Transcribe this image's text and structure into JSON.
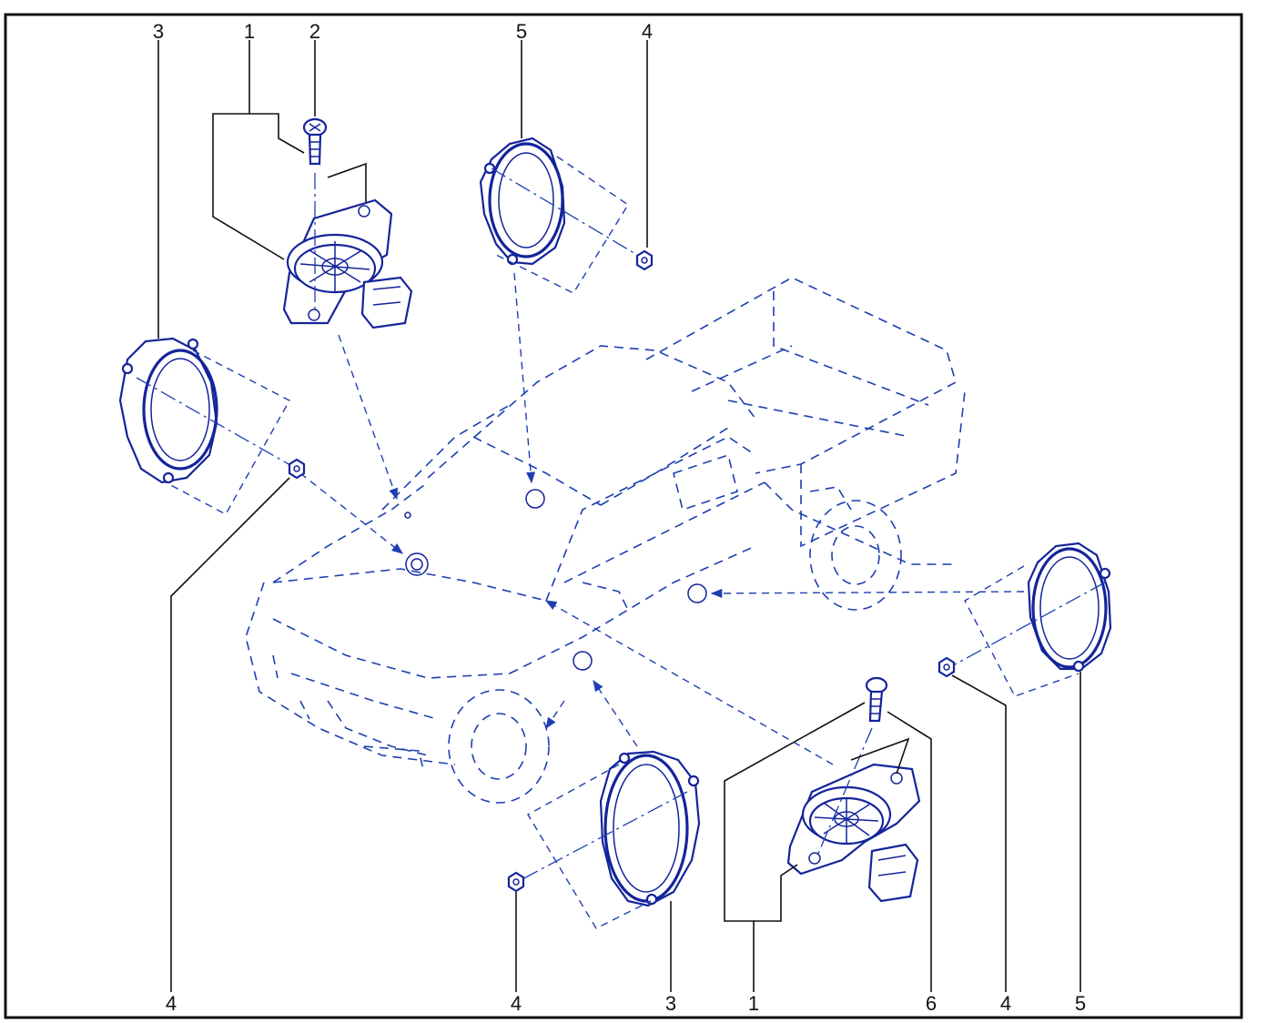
{
  "callouts": {
    "top": [
      "3",
      "1",
      "2",
      "5",
      "4"
    ],
    "bottom": [
      "4",
      "4",
      "3",
      "1",
      "6",
      "4",
      "5"
    ]
  },
  "parts": {
    "tweeter": "1",
    "screw": "2",
    "speaker": "3",
    "nut": "4",
    "rear_speaker": "5",
    "tweeter_screw": "6"
  },
  "colors": {
    "line_art": "#14249a",
    "phantom": "#1d3fb0",
    "frame": "#111111"
  }
}
